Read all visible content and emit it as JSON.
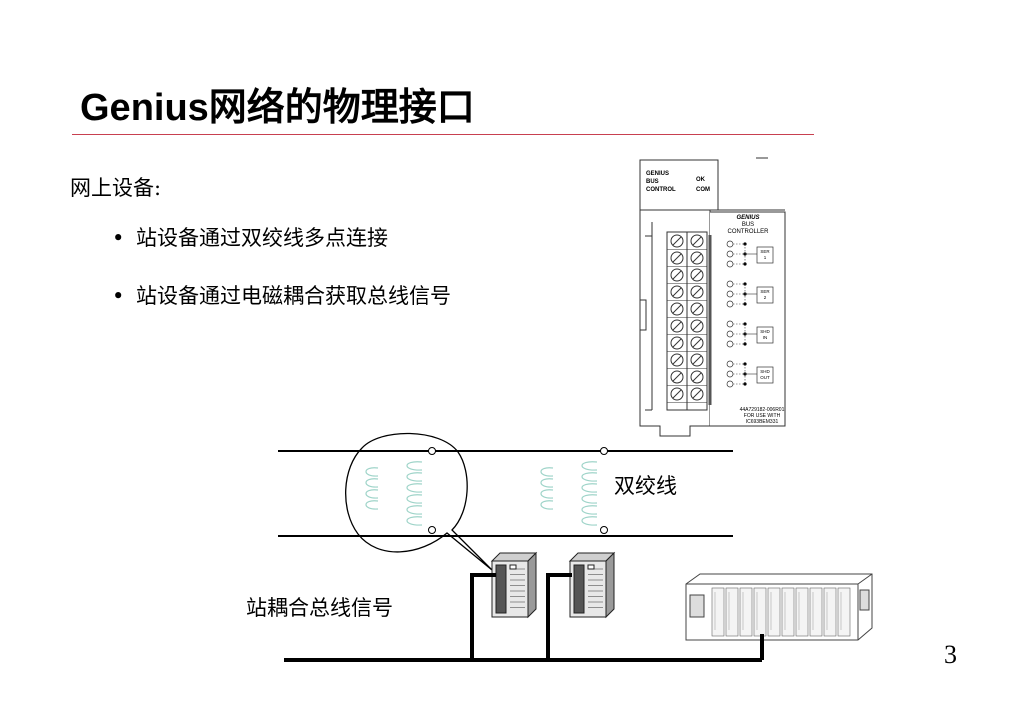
{
  "slide": {
    "title": "Genius网络的物理接口",
    "intro": "网上设备:",
    "bullets": [
      "站设备通过双绞线多点连接",
      "站设备通过电磁耦合获取总线信号"
    ],
    "page_number": "3"
  },
  "diagram": {
    "twisted_pair_label": "双绞线",
    "coupling_label": "站耦合总线信号"
  },
  "controller_module": {
    "top_label_lines": [
      "GENIUS",
      "BUS",
      "CONTROL"
    ],
    "status_labels": [
      "OK",
      "COM"
    ],
    "panel_title_lines": [
      "GENIUS",
      "BUS",
      "CONTROLLER"
    ],
    "terminal_groups": [
      [
        "SER",
        "1"
      ],
      [
        "SER",
        "2"
      ],
      [
        "SHD",
        "IN"
      ],
      [
        "SHD",
        "OUT"
      ]
    ],
    "footer_lines": [
      "44A729182-006R01",
      "FOR USE WITH",
      "IC693BEM331"
    ]
  },
  "colors": {
    "title_rule": "#c84050",
    "coil": "#9fd4c9"
  }
}
